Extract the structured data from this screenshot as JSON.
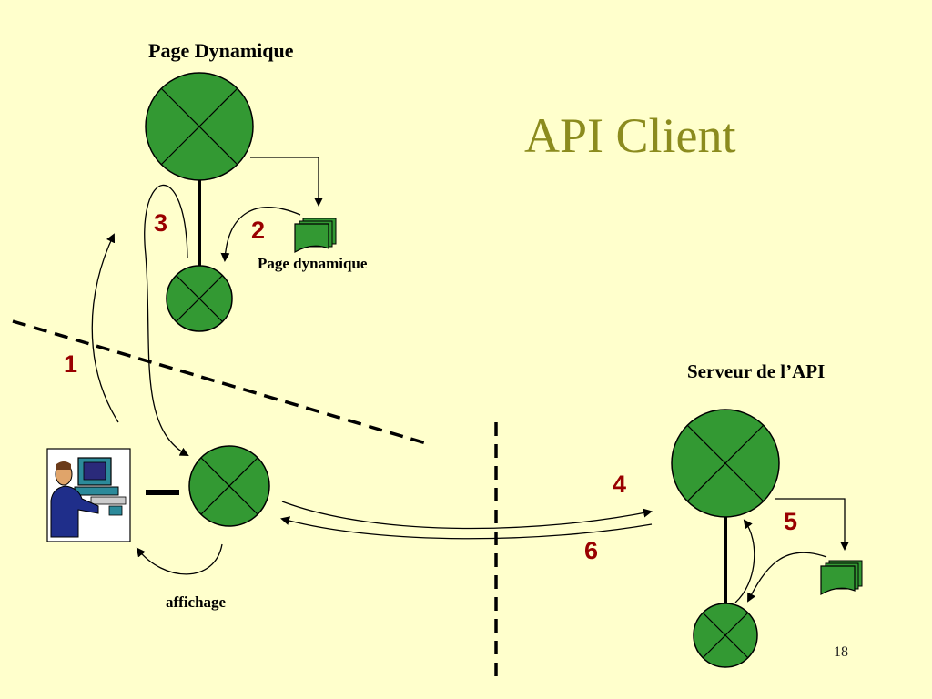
{
  "title": "API Client",
  "labels": {
    "page_dynamique_title": "Page Dynamique",
    "page_dynamique_doc": "Page dynamique",
    "serveur_api": "Serveur de l’API",
    "affichage": "affichage"
  },
  "steps": {
    "s1": "1",
    "s2": "2",
    "s3": "3",
    "s4": "4",
    "s5": "5",
    "s6": "6"
  },
  "page_number": "18",
  "colors": {
    "background": "#ffffcc",
    "title": "#8b8b1e",
    "node_fill": "#339933",
    "step_number": "#990000"
  }
}
